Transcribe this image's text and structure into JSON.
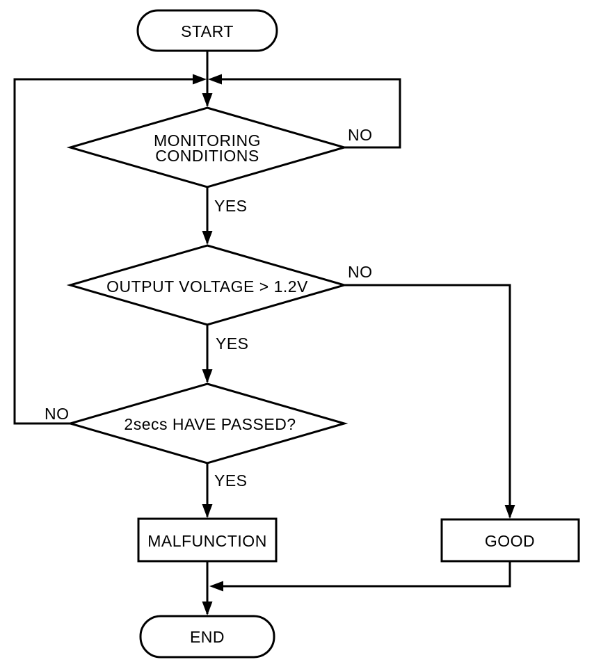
{
  "diagram": {
    "type": "flowchart",
    "background_color": "#ffffff",
    "stroke_color": "#000000",
    "nodes": {
      "start": {
        "shape": "terminator",
        "label": "START"
      },
      "monitoring_conditions": {
        "shape": "decision",
        "label_line1": "MONITORING",
        "label_line2": "CONDITIONS"
      },
      "output_voltage": {
        "shape": "decision",
        "label": "OUTPUT VOLTAGE > 1.2V"
      },
      "two_secs_passed": {
        "shape": "decision",
        "label": "2secs HAVE PASSED?"
      },
      "malfunction": {
        "shape": "process",
        "label": "MALFUNCTION"
      },
      "good": {
        "shape": "process",
        "label": "GOOD"
      },
      "end": {
        "shape": "terminator",
        "label": "END"
      }
    },
    "edges": {
      "monitoring_no": {
        "label": "NO",
        "from": "monitoring_conditions",
        "to": "monitoring_conditions"
      },
      "monitoring_yes": {
        "label": "YES",
        "from": "monitoring_conditions",
        "to": "output_voltage"
      },
      "output_voltage_no": {
        "label": "NO",
        "from": "output_voltage",
        "to": "good"
      },
      "output_voltage_yes": {
        "label": "YES",
        "from": "output_voltage",
        "to": "two_secs_passed"
      },
      "two_secs_no": {
        "label": "NO",
        "from": "two_secs_passed",
        "to": "monitoring_conditions"
      },
      "two_secs_yes": {
        "label": "YES",
        "from": "two_secs_passed",
        "to": "malfunction"
      }
    }
  }
}
